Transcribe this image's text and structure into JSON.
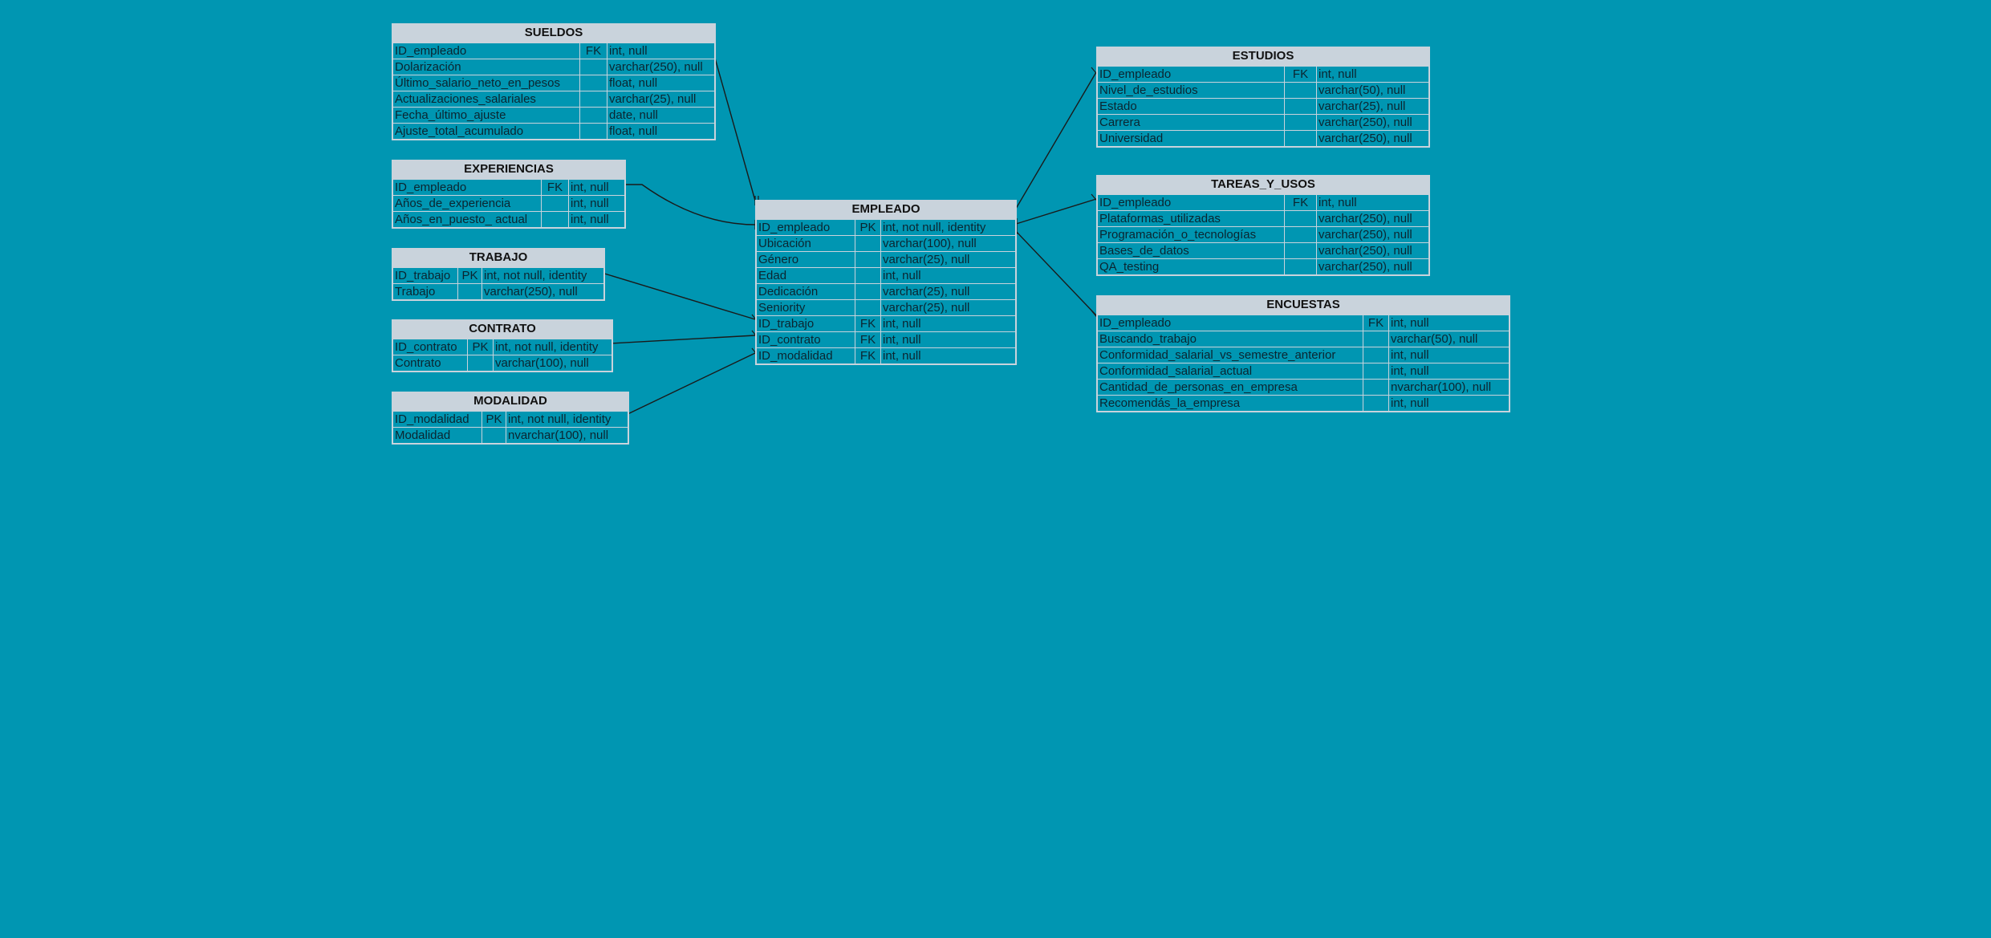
{
  "entities": {
    "sueldos": {
      "title": "SUELDOS",
      "rows": [
        {
          "name": "ID_empleado",
          "key": "FK",
          "type": "int, null"
        },
        {
          "name": "Dolarización",
          "key": "",
          "type": "varchar(250), null"
        },
        {
          "name": "Último_salario_neto_en_pesos",
          "key": "",
          "type": "float, null"
        },
        {
          "name": "Actualizaciones_salariales",
          "key": "",
          "type": "varchar(25), null"
        },
        {
          "name": "Fecha_último_ajuste",
          "key": "",
          "type": "date, null"
        },
        {
          "name": "Ajuste_total_acumulado",
          "key": "",
          "type": "float, null"
        }
      ]
    },
    "experiencias": {
      "title": "EXPERIENCIAS",
      "rows": [
        {
          "name": "ID_empleado",
          "key": "FK",
          "type": "int, null"
        },
        {
          "name": "Años_de_experiencia",
          "key": "",
          "type": "int, null"
        },
        {
          "name": "Años_en_puesto_ actual",
          "key": "",
          "type": "int, null"
        }
      ]
    },
    "trabajo": {
      "title": "TRABAJO",
      "rows": [
        {
          "name": "ID_trabajo",
          "key": "PK",
          "type": "int, not null, identity"
        },
        {
          "name": "Trabajo",
          "key": "",
          "type": "varchar(250), null"
        }
      ]
    },
    "contrato": {
      "title": "CONTRATO",
      "rows": [
        {
          "name": "ID_contrato",
          "key": "PK",
          "type": "int, not null, identity"
        },
        {
          "name": "Contrato",
          "key": "",
          "type": "varchar(100), null"
        }
      ]
    },
    "modalidad": {
      "title": "MODALIDAD",
      "rows": [
        {
          "name": "ID_modalidad",
          "key": "PK",
          "type": "int, not null, identity"
        },
        {
          "name": "Modalidad",
          "key": "",
          "type": "nvarchar(100), null"
        }
      ]
    },
    "empleado": {
      "title": "EMPLEADO",
      "rows": [
        {
          "name": "ID_empleado",
          "key": "PK",
          "type": "int, not null, identity"
        },
        {
          "name": "Ubicación",
          "key": "",
          "type": "varchar(100), null"
        },
        {
          "name": "Género",
          "key": "",
          "type": "varchar(25), null"
        },
        {
          "name": "Edad",
          "key": "",
          "type": "int, null"
        },
        {
          "name": "Dedicación",
          "key": "",
          "type": "varchar(25), null"
        },
        {
          "name": "Seniority",
          "key": "",
          "type": "varchar(25), null"
        },
        {
          "name": "ID_trabajo",
          "key": "FK",
          "type": "int, null"
        },
        {
          "name": "ID_contrato",
          "key": "FK",
          "type": "int, null"
        },
        {
          "name": "ID_modalidad",
          "key": "FK",
          "type": "int, null"
        }
      ]
    },
    "estudios": {
      "title": "ESTUDIOS",
      "rows": [
        {
          "name": "ID_empleado",
          "key": "FK",
          "type": "int, null"
        },
        {
          "name": "Nivel_de_estudios",
          "key": "",
          "type": "varchar(50), null"
        },
        {
          "name": "Estado",
          "key": "",
          "type": "varchar(25), null"
        },
        {
          "name": "Carrera",
          "key": "",
          "type": "varchar(250), null"
        },
        {
          "name": "Universidad",
          "key": "",
          "type": "varchar(250), null"
        }
      ]
    },
    "tareas_y_usos": {
      "title": "TAREAS_Y_USOS",
      "rows": [
        {
          "name": "ID_empleado",
          "key": "FK",
          "type": "int, null"
        },
        {
          "name": "Plataformas_utilizadas",
          "key": "",
          "type": "varchar(250), null"
        },
        {
          "name": "Programación_o_tecnologías",
          "key": "",
          "type": "varchar(250), null"
        },
        {
          "name": "Bases_de_datos",
          "key": "",
          "type": "varchar(250), null"
        },
        {
          "name": "QA_testing",
          "key": "",
          "type": "varchar(250), null"
        }
      ]
    },
    "encuestas": {
      "title": "ENCUESTAS",
      "rows": [
        {
          "name": "ID_empleado",
          "key": "FK",
          "type": "int, null"
        },
        {
          "name": "Buscando_trabajo",
          "key": "",
          "type": "varchar(50), null"
        },
        {
          "name": "Conformidad_salarial_vs_semestre_anterior",
          "key": "",
          "type": "int, null"
        },
        {
          "name": "Conformidad_salarial_actual",
          "key": "",
          "type": "int, null"
        },
        {
          "name": "Cantidad_de_personas_en_empresa",
          "key": "",
          "type": "nvarchar(100), null"
        },
        {
          "name": "Recomendás_la_empresa",
          "key": "",
          "type": "int, null"
        }
      ]
    }
  },
  "relationships": [
    {
      "from": "sueldos",
      "to": "empleado"
    },
    {
      "from": "experiencias",
      "to": "empleado"
    },
    {
      "from": "trabajo",
      "to": "empleado"
    },
    {
      "from": "contrato",
      "to": "empleado"
    },
    {
      "from": "modalidad",
      "to": "empleado"
    },
    {
      "from": "empleado",
      "to": "estudios"
    },
    {
      "from": "empleado",
      "to": "tareas_y_usos"
    },
    {
      "from": "empleado",
      "to": "encuestas"
    }
  ],
  "colors": {
    "background": "#0096B2",
    "table_border": "#C9D3DC",
    "header_fill": "#C9D3DC",
    "line": "#1A1A1A"
  }
}
